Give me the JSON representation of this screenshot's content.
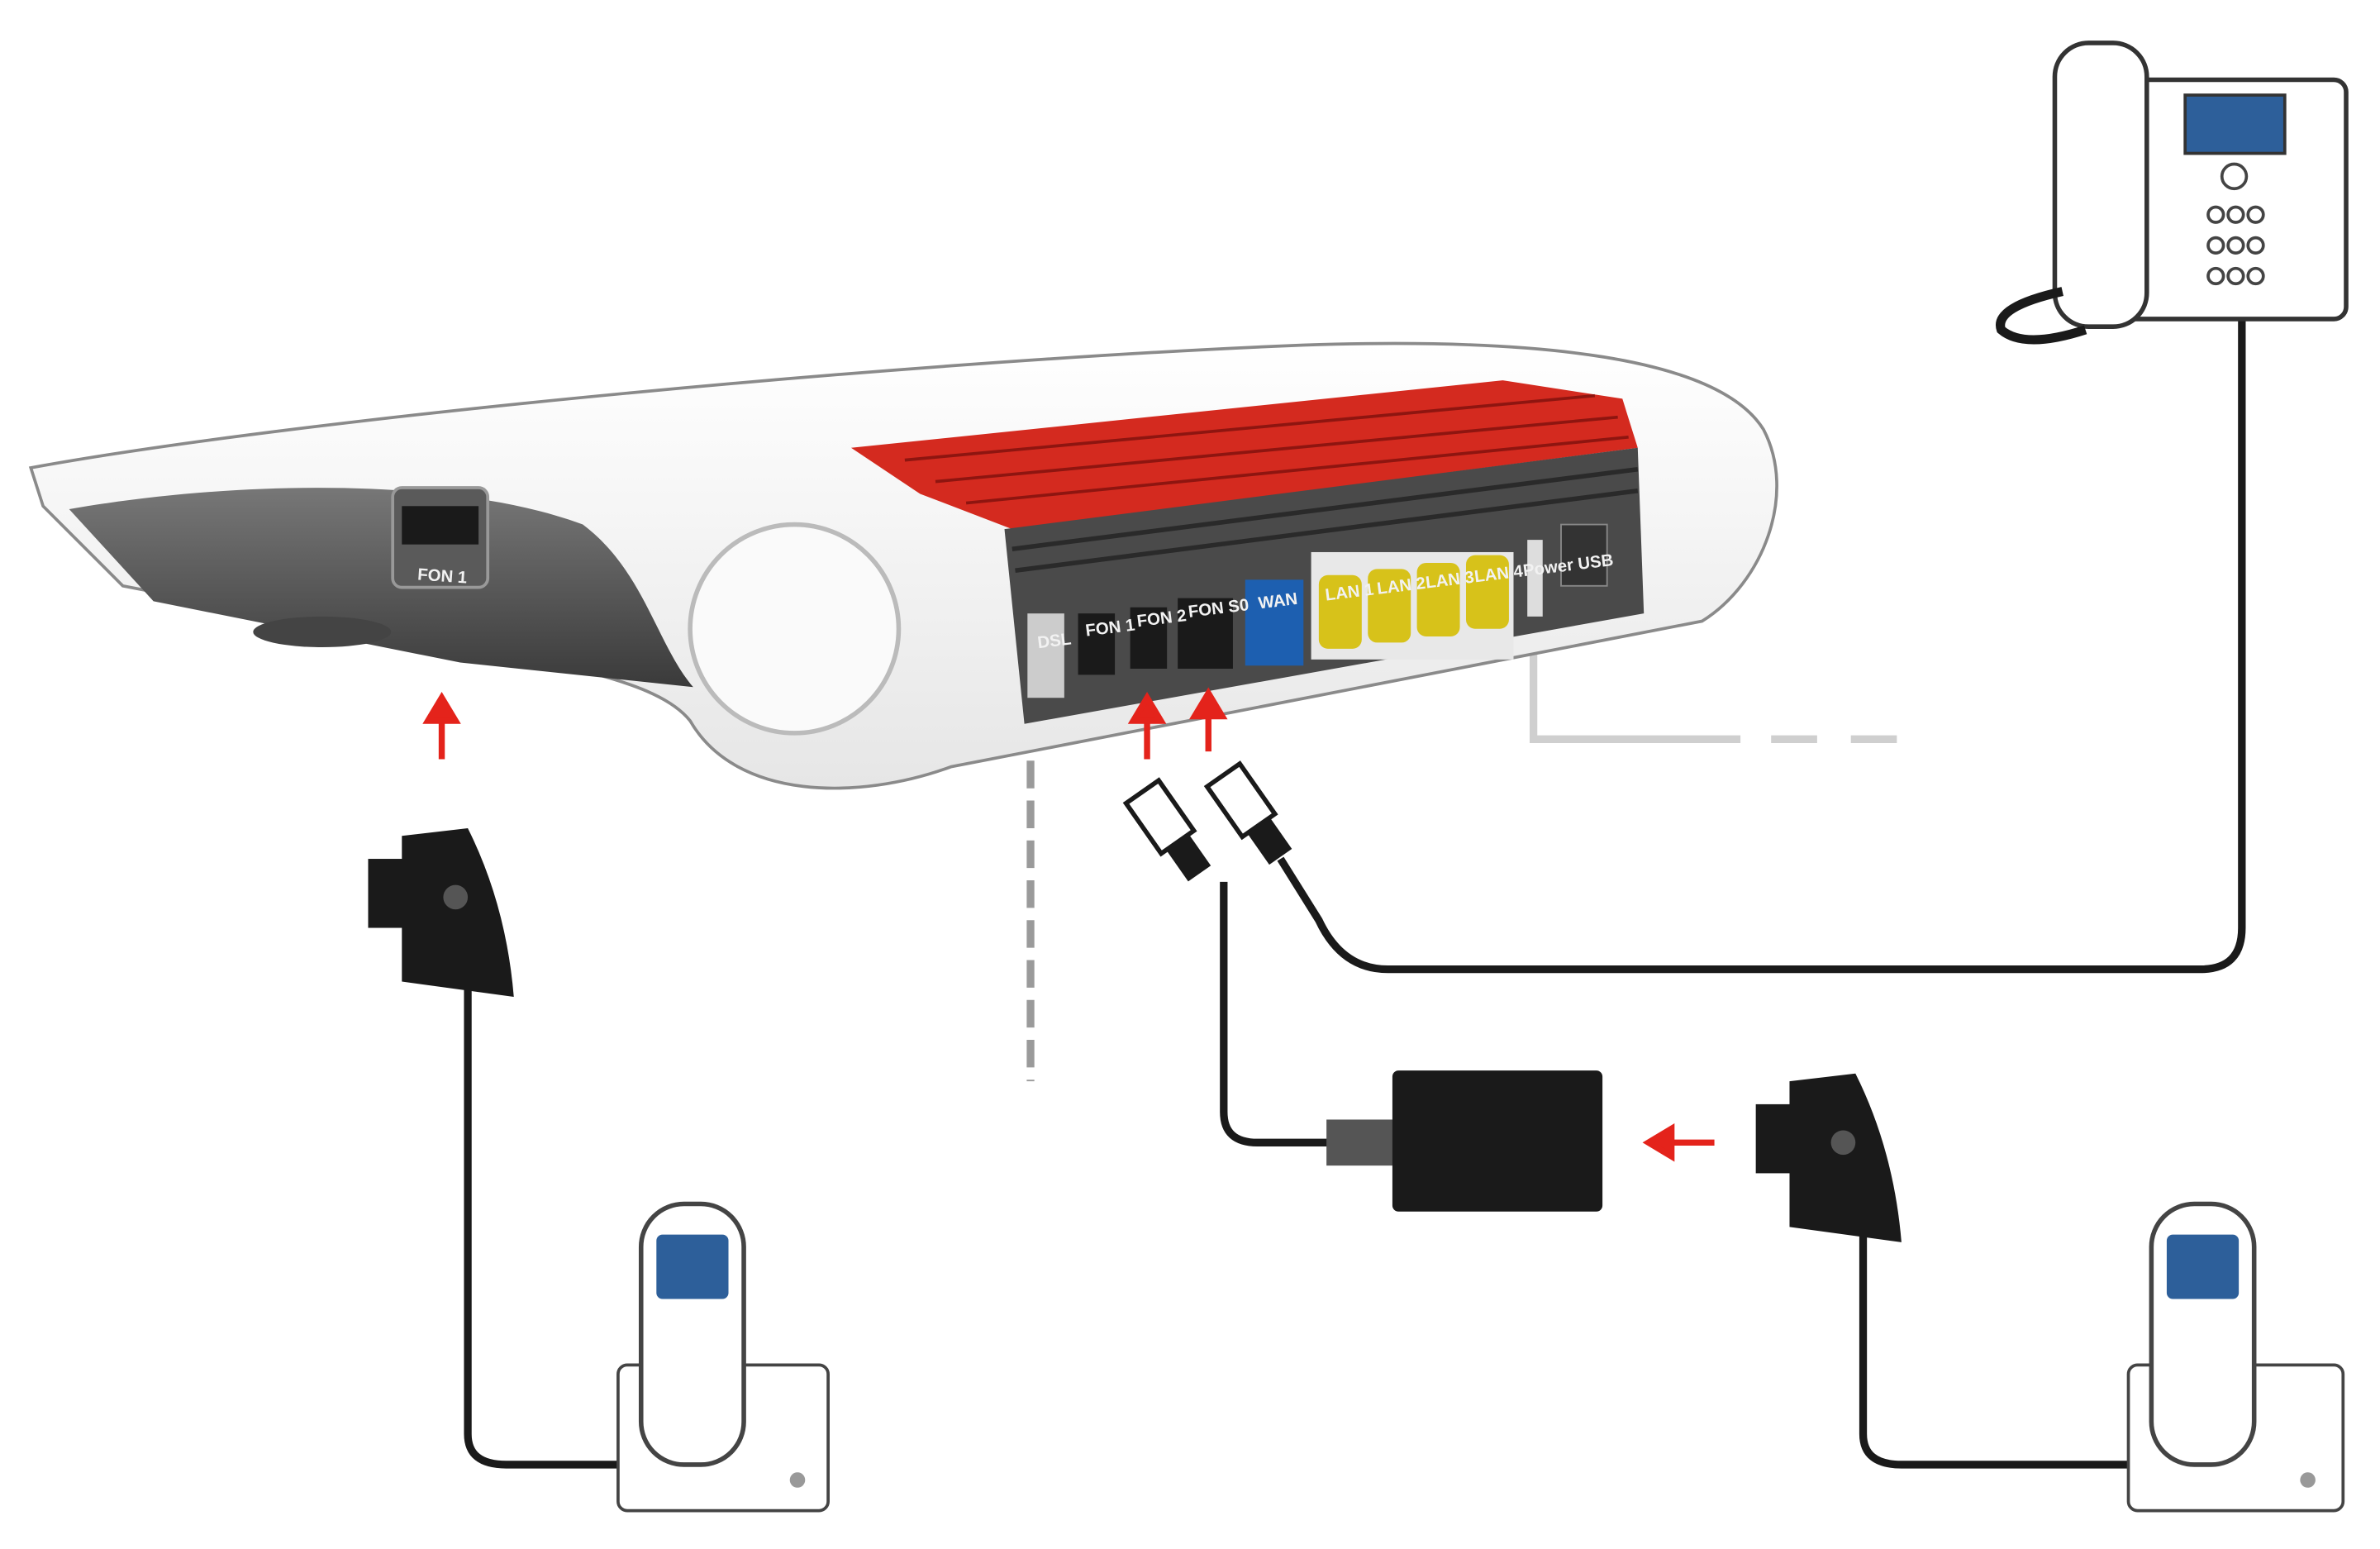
{
  "router": {
    "side_port_label": "FON 1",
    "port_labels": {
      "dsl": "DSL",
      "fon1": "FON 1",
      "fon2": "FON 2",
      "fons0": "FON S0",
      "wan": "WAN",
      "lan1": "LAN 1",
      "lan2": "LAN 2",
      "lan3": "LAN 3",
      "lan4": "LAN 4",
      "power": "Power",
      "usb": "USB"
    }
  },
  "colors": {
    "arrow": "#e4231b",
    "grille": "#d42a1f",
    "wan_port": "#1d5fb0",
    "lan_port": "#d7c21a",
    "cable": "#1a1a1a"
  }
}
